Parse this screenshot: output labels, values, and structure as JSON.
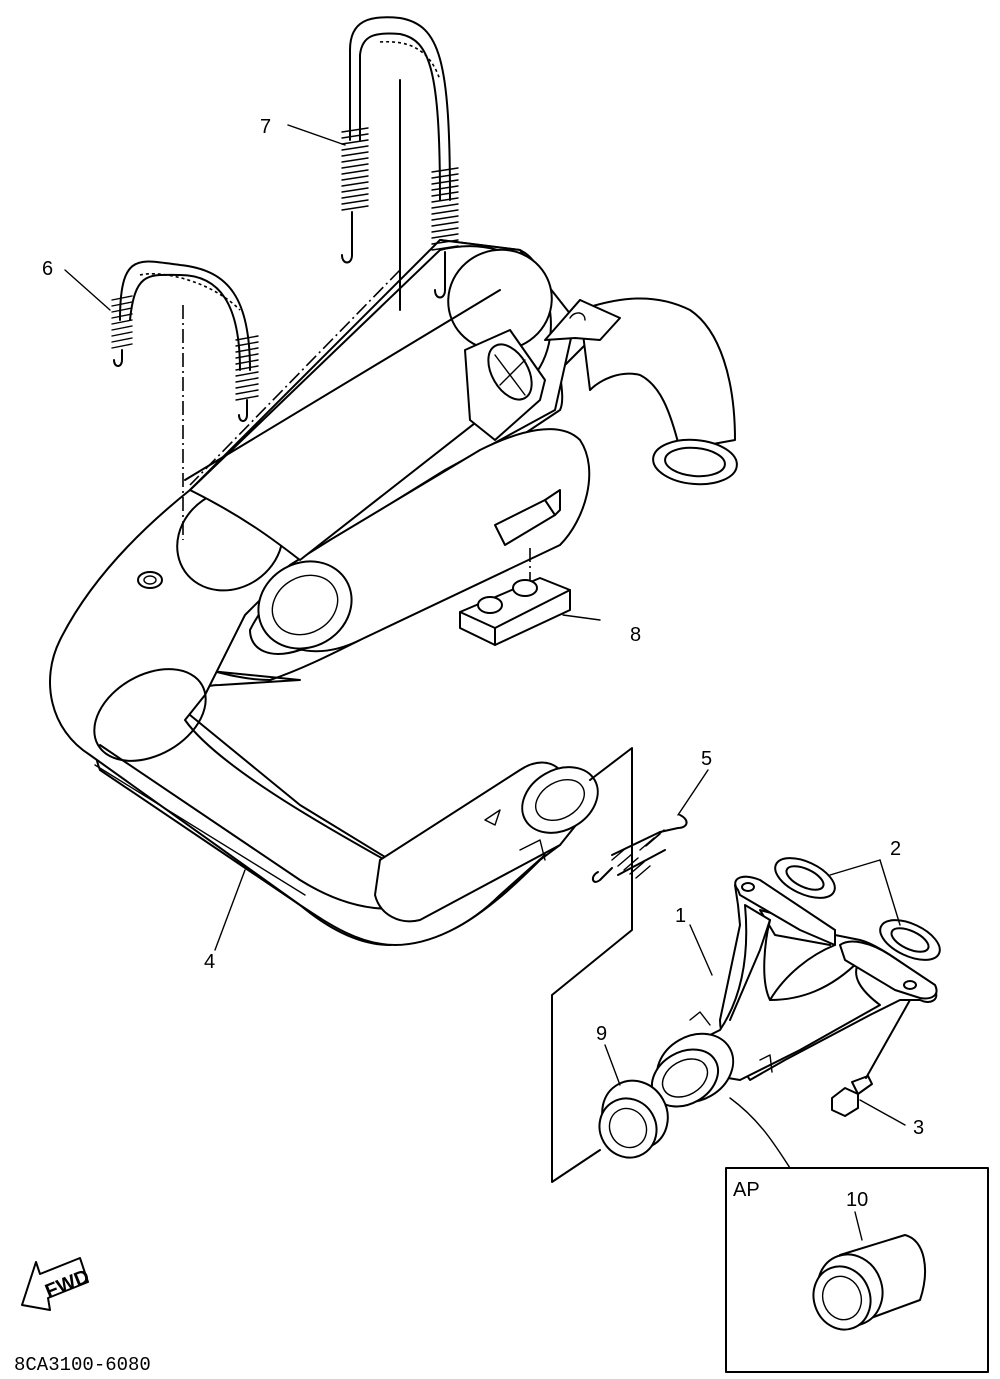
{
  "diagram": {
    "part_labels": {
      "p1": "1",
      "p2": "2",
      "p3": "3",
      "p4": "4",
      "p5": "5",
      "p6": "6",
      "p7": "7",
      "p8": "8",
      "p9": "9",
      "p10": "10"
    },
    "inset_label": "AP",
    "fwd_label": "FWD",
    "drawing_code": "8CA3100-6080"
  }
}
